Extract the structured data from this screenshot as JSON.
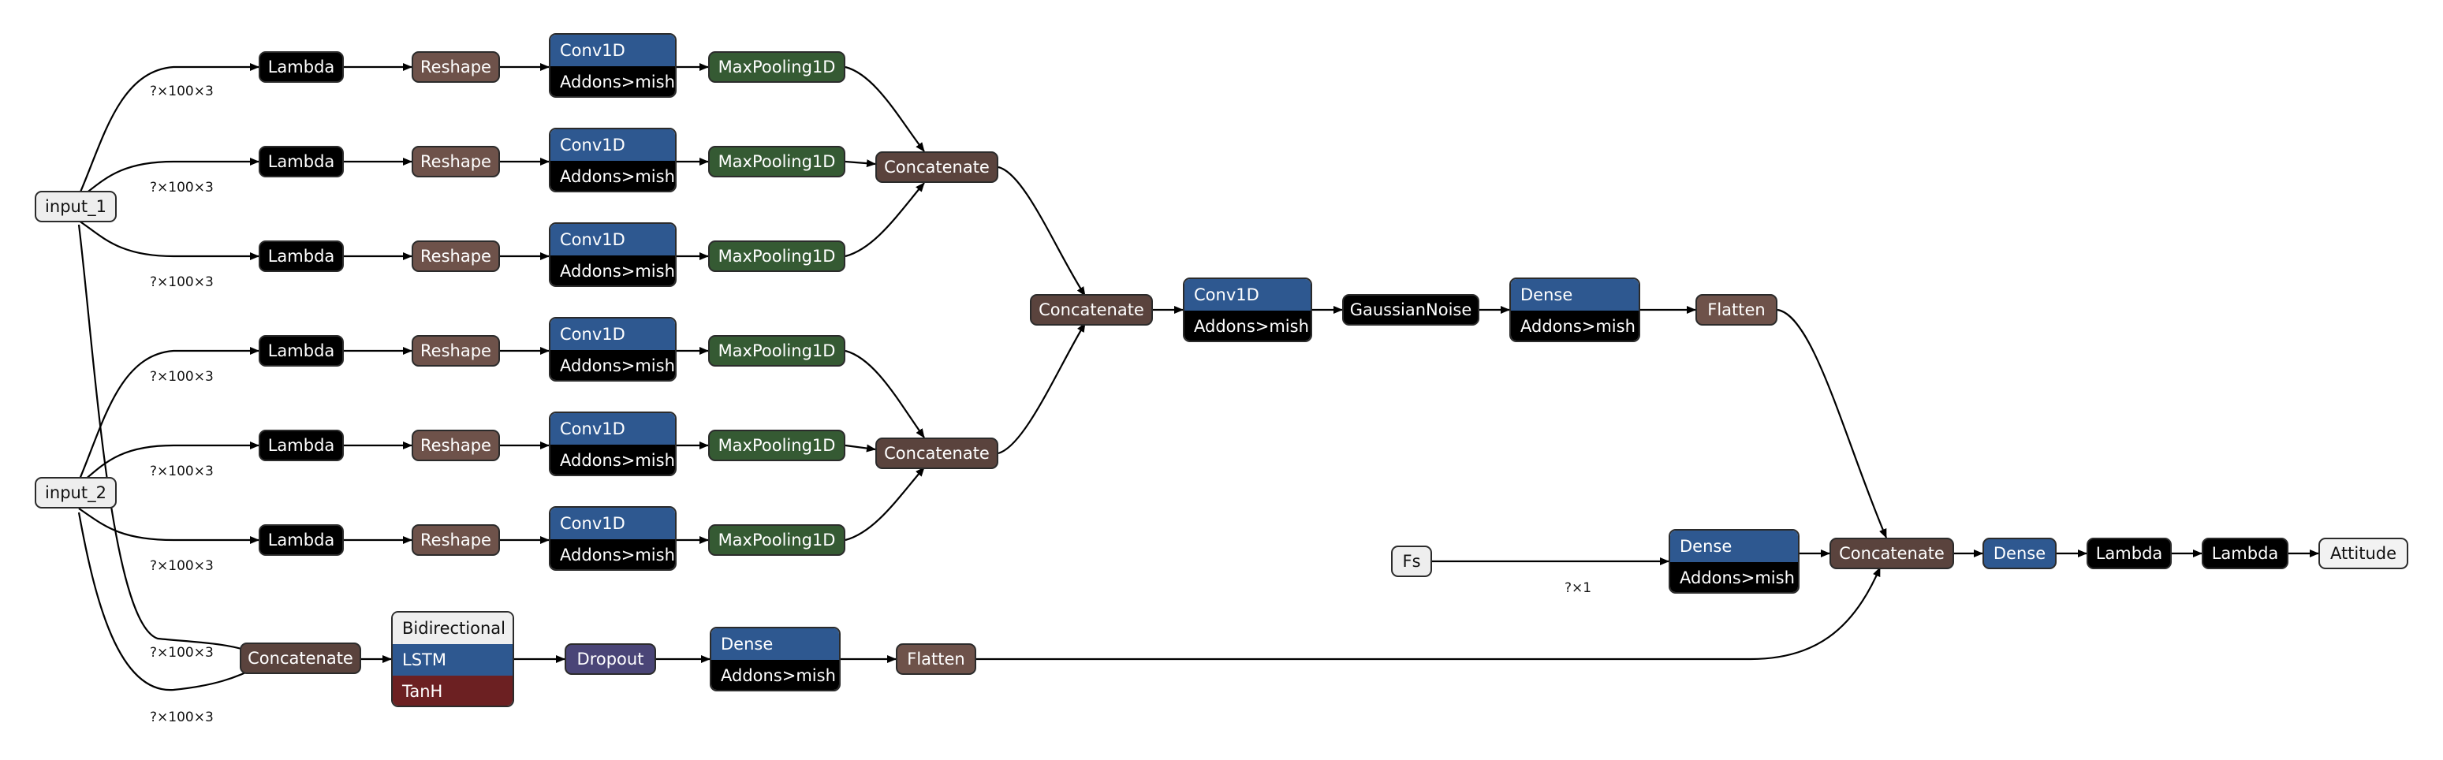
{
  "colors": {
    "input": "#eeeeee",
    "output": "#f2f2f2",
    "lambda": "#000000",
    "reshape": "#6e524a",
    "conv": "#2e5890",
    "addons": "#000000",
    "maxpool": "#355a33",
    "concat": "#5a433d",
    "gaussian": "#000000",
    "dense": "#2e5890",
    "flatten": "#6e524a",
    "dropout": "#4a4577",
    "bidir": "#efefef",
    "lstm": "#2e5890",
    "tanh": "#6c2022",
    "edge": "#000000"
  },
  "nodes": {
    "input_1": "input_1",
    "input_2": "input_2",
    "fs": "Fs",
    "lambda_1": "Lambda",
    "lambda_2": "Lambda",
    "lambda_3": "Lambda",
    "lambda_4": "Lambda",
    "lambda_5": "Lambda",
    "lambda_6": "Lambda",
    "reshape_1": "Reshape",
    "reshape_2": "Reshape",
    "reshape_3": "Reshape",
    "reshape_4": "Reshape",
    "reshape_5": "Reshape",
    "reshape_6": "Reshape",
    "conv_1": {
      "top": "Conv1D",
      "bottom": "Addons>mish"
    },
    "conv_2": {
      "top": "Conv1D",
      "bottom": "Addons>mish"
    },
    "conv_3": {
      "top": "Conv1D",
      "bottom": "Addons>mish"
    },
    "conv_4": {
      "top": "Conv1D",
      "bottom": "Addons>mish"
    },
    "conv_5": {
      "top": "Conv1D",
      "bottom": "Addons>mish"
    },
    "conv_6": {
      "top": "Conv1D",
      "bottom": "Addons>mish"
    },
    "maxpool_1": "MaxPooling1D",
    "maxpool_2": "MaxPooling1D",
    "maxpool_3": "MaxPooling1D",
    "maxpool_4": "MaxPooling1D",
    "maxpool_5": "MaxPooling1D",
    "maxpool_6": "MaxPooling1D",
    "concat_1": "Concatenate",
    "concat_2": "Concatenate",
    "concat_3": "Concatenate",
    "concat_4": "Concatenate",
    "conv_7": {
      "top": "Conv1D",
      "bottom": "Addons>mish"
    },
    "gaussian": "GaussianNoise",
    "dense_1": {
      "top": "Dense",
      "bottom": "Addons>mish"
    },
    "flatten_1": "Flatten",
    "bidir": {
      "top": "Bidirectional",
      "middle": "LSTM",
      "bottom": "TanH"
    },
    "dropout": "Dropout",
    "dense_2": {
      "top": "Dense",
      "bottom": "Addons>mish"
    },
    "flatten_2": "Flatten",
    "dense_fs": {
      "top": "Dense",
      "bottom": "Addons>mish"
    },
    "concat_final": "Concatenate",
    "dense_final": "Dense",
    "lambda_7": "Lambda",
    "lambda_8": "Lambda",
    "output": "Attitude"
  },
  "edge_labels": {
    "shape_1": "?×100×3",
    "shape_2": "?×100×3",
    "shape_3": "?×100×3",
    "shape_4": "?×100×3",
    "shape_5": "?×100×3",
    "shape_6": "?×100×3",
    "shape_7": "?×100×3",
    "shape_8": "?×100×3",
    "shape_fs": "?×1"
  }
}
